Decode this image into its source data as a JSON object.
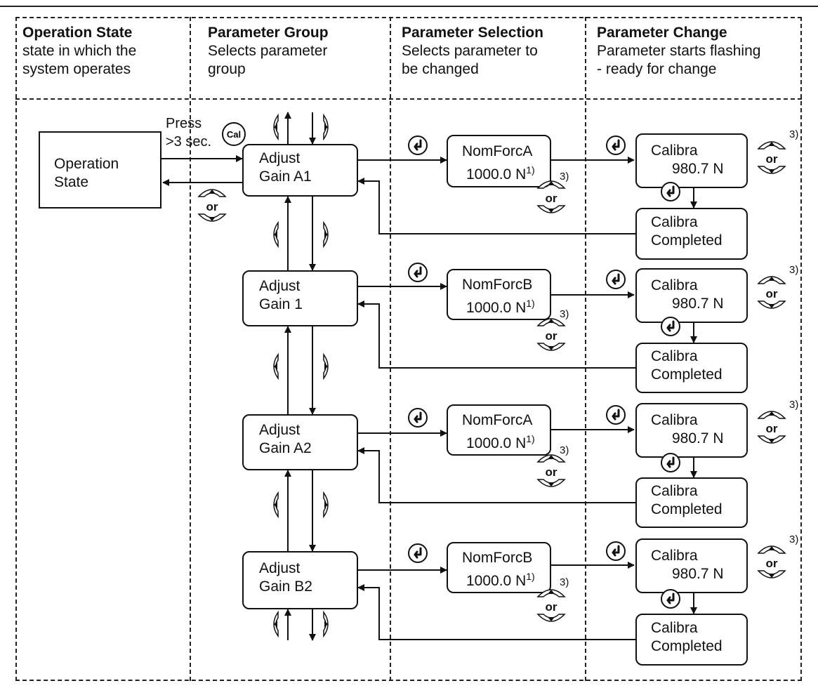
{
  "columns": [
    {
      "title": "Operation State",
      "sub1": "state in which the",
      "sub2": "system operates"
    },
    {
      "title": "Parameter Group",
      "sub1": "Selects parameter",
      "sub2": "group"
    },
    {
      "title": "Parameter Selection",
      "sub1": "Selects parameter to",
      "sub2": "be changed"
    },
    {
      "title": "Parameter Change",
      "sub1": "Parameter starts flashing",
      "sub2": "- ready for change"
    }
  ],
  "operation_state": {
    "line1": "Operation",
    "line2": "State"
  },
  "press_label": "Press",
  "press_time": ">3 sec.",
  "cal_label": "Cal",
  "or_label": "or",
  "footnote_1": "1)",
  "footnote_3": "3)",
  "groups": [
    {
      "line1": "Adjust",
      "line2": "Gain A1"
    },
    {
      "line1": "Adjust",
      "line2": "Gain 1"
    },
    {
      "line1": "Adjust",
      "line2": "Gain A2"
    },
    {
      "line1": "Adjust",
      "line2": "Gain B2"
    }
  ],
  "selections": [
    {
      "name": "NomForcA",
      "value": "1000.0 N"
    },
    {
      "name": "NomForcB",
      "value": "1000.0 N"
    },
    {
      "name": "NomForcA",
      "value": "1000.0 N"
    },
    {
      "name": "NomForcB",
      "value": "1000.0 N"
    }
  ],
  "changes": [
    {
      "name": "Calibra",
      "value": "980.7 N"
    },
    {
      "name": "Calibra",
      "value": "980.7 N"
    },
    {
      "name": "Calibra",
      "value": "980.7 N"
    },
    {
      "name": "Calibra",
      "value": "980.7 N"
    }
  ],
  "completed": [
    {
      "line1": "Calibra",
      "line2": "Completed"
    },
    {
      "line1": "Calibra",
      "line2": "Completed"
    },
    {
      "line1": "Calibra",
      "line2": "Completed"
    },
    {
      "line1": "Calibra",
      "line2": "Completed"
    }
  ]
}
